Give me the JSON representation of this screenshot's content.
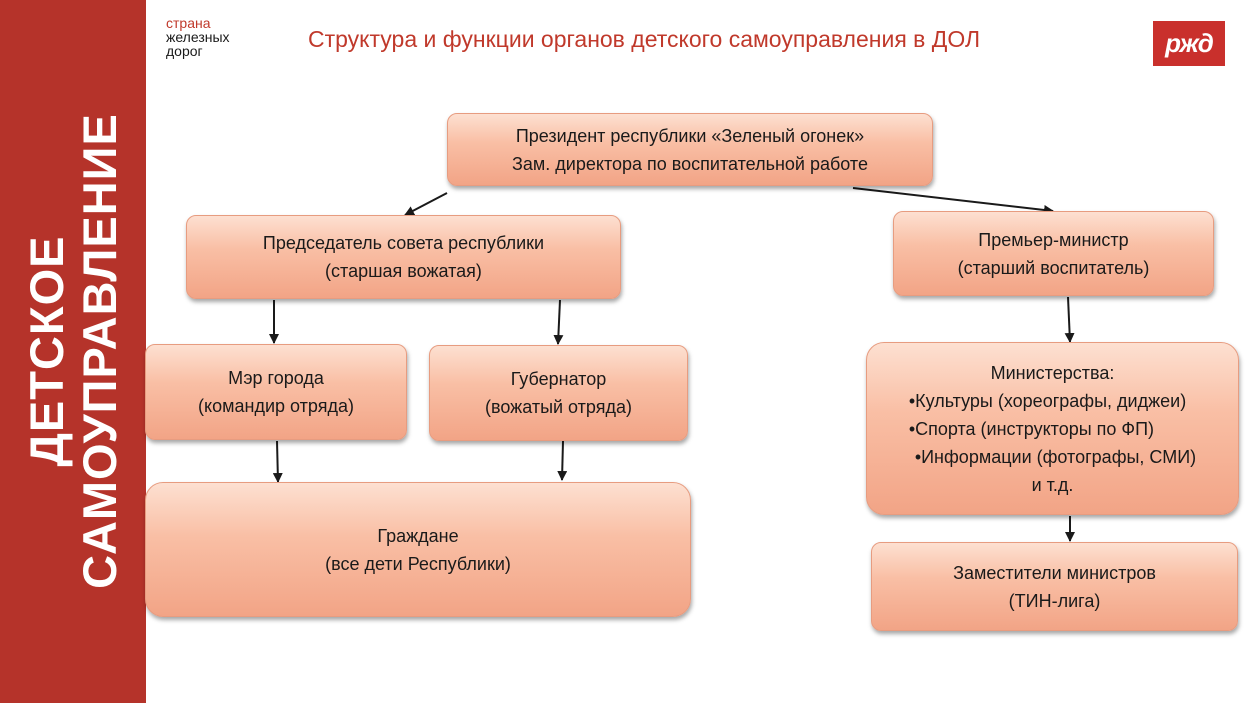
{
  "sidebar": {
    "line1": "ДЕТСКОЕ",
    "line2": "САМОУПРАВЛЕНИЕ"
  },
  "brand": {
    "line1": "страна",
    "line2": "железных",
    "line3": "дорог"
  },
  "title": "Структура и функции органов детского самоуправления в ДОЛ",
  "logo": {
    "text": "ржд"
  },
  "nodes": {
    "president": {
      "line1": "Президент республики «Зеленый огонек»",
      "line2": "Зам. директора по воспитательной работе"
    },
    "chairman": {
      "line1": "Председатель совета республики",
      "line2": "(старшая вожатая)"
    },
    "premier": {
      "line1": "Премьер-министр",
      "line2": "(старший воспитатель)"
    },
    "mayor": {
      "line1": "Мэр города",
      "line2": "(командир отряда)"
    },
    "governor": {
      "line1": "Губернатор",
      "line2": "(вожатый отряда)"
    },
    "citizens": {
      "line1": "Граждане",
      "line2": "(все дети Республики)"
    },
    "ministries": {
      "heading": "Министерства:",
      "items": [
        "•Культуры (хореографы, диджеи)",
        "•Спорта (инструкторы по ФП)",
        "•Информации (фотографы, СМИ)"
      ],
      "footer": "и т.д."
    },
    "deputies": {
      "line1": "Заместители министров",
      "line2": "(ТИН-лига)"
    }
  }
}
